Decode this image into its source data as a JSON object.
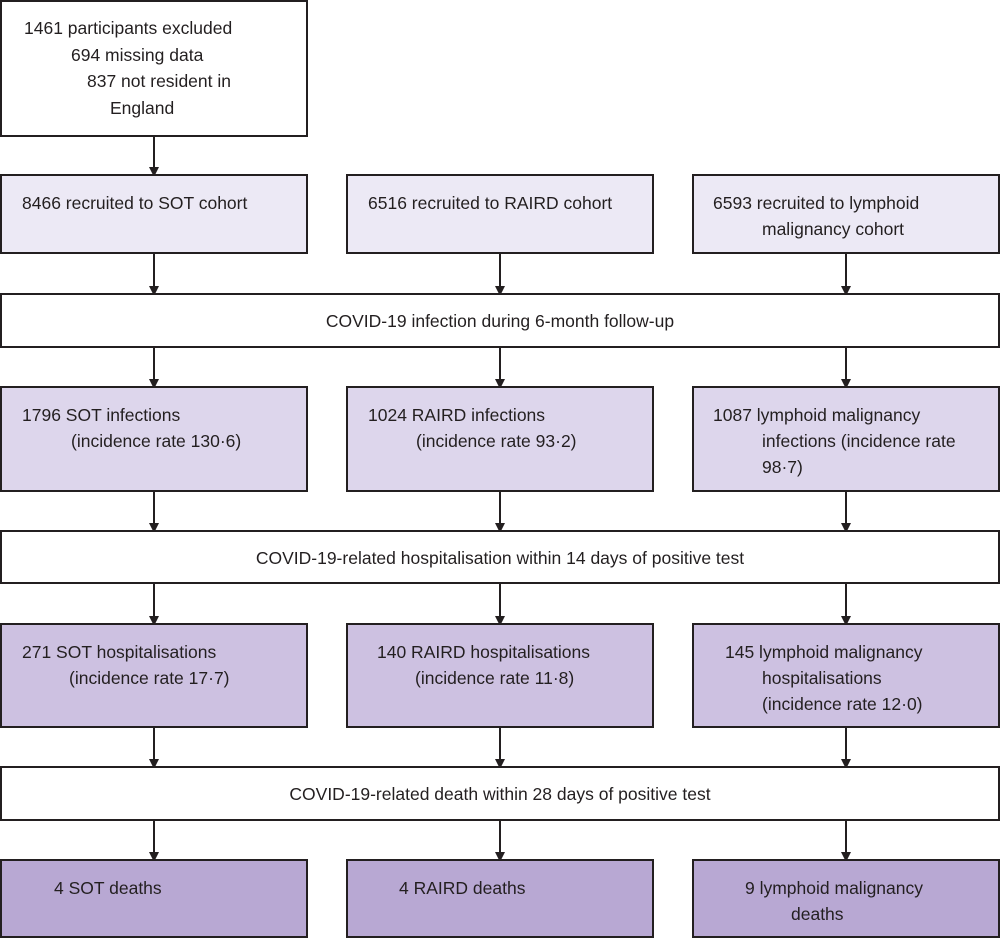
{
  "excluded": {
    "lines": [
      "1461 participants excluded",
      "694 missing data",
      "837 not resident in",
      "England"
    ]
  },
  "cohorts": [
    {
      "lines": [
        "8466 recruited to SOT cohort"
      ]
    },
    {
      "lines": [
        "6516 recruited to RAIRD cohort"
      ]
    },
    {
      "lines": [
        "6593 recruited to lymphoid",
        "malignancy cohort"
      ]
    }
  ],
  "stage_infection": {
    "label": "COVID-19 infection during 6-month follow-up"
  },
  "infections": [
    {
      "lines": [
        "1796 SOT infections",
        "(incidence rate 130·6)"
      ]
    },
    {
      "lines": [
        "1024 RAIRD infections",
        "(incidence rate 93·2)"
      ]
    },
    {
      "lines": [
        "1087 lymphoid malignancy",
        "infections (incidence rate",
        "98·7)"
      ]
    }
  ],
  "stage_hospitalisation": {
    "label": "COVID-19-related hospitalisation within 14 days of positive test"
  },
  "hospitalisations": [
    {
      "lines": [
        "271 SOT hospitalisations",
        "(incidence rate 17·7)"
      ]
    },
    {
      "lines": [
        "140 RAIRD hospitalisations",
        "(incidence rate 11·8)"
      ]
    },
    {
      "lines": [
        "145 lymphoid malignancy",
        "hospitalisations",
        "(incidence rate 12·0)"
      ]
    }
  ],
  "stage_death": {
    "label": "COVID-19-related death within 28 days of positive test"
  },
  "deaths": [
    {
      "lines": [
        "4 SOT deaths"
      ]
    },
    {
      "lines": [
        "4 RAIRD deaths"
      ]
    },
    {
      "lines": [
        "9 lymphoid malignancy",
        "deaths"
      ]
    }
  ]
}
